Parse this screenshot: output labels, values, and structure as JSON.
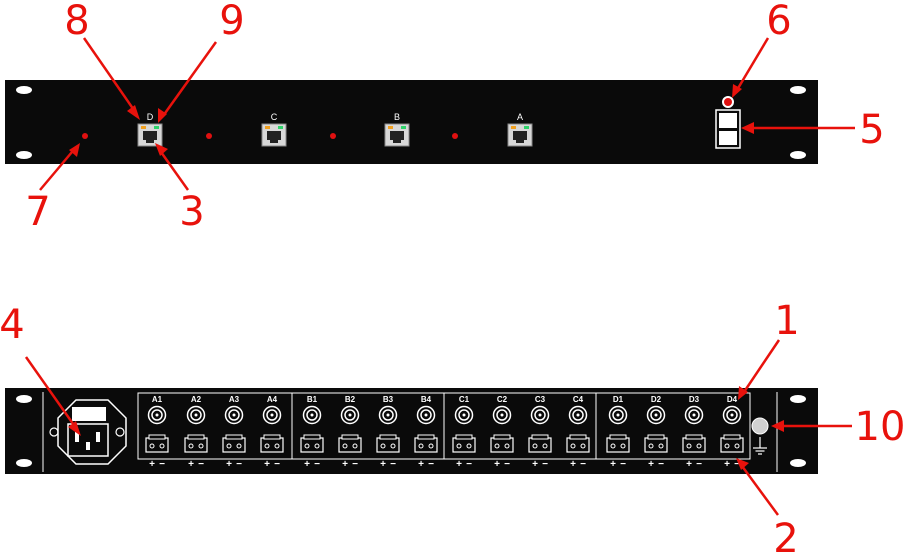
{
  "colors": {
    "panel": "#0a0a0a",
    "callout": "#e8120c",
    "led": "#e01010",
    "rj45_body": "#d8d8d8",
    "rj45_led_green": "#2fd36a",
    "rj45_led_orange": "#f0a020",
    "outline": "#ffffff"
  },
  "front_panel": {
    "port_labels": [
      "D",
      "C",
      "B",
      "A"
    ]
  },
  "rear_panel": {
    "bnc_labels": [
      "A1",
      "A2",
      "A3",
      "A4",
      "B1",
      "B2",
      "B3",
      "B4",
      "C1",
      "C2",
      "C3",
      "C4",
      "D1",
      "D2",
      "D3",
      "D4"
    ],
    "polarity": {
      "plus": "+",
      "minus": "−"
    }
  },
  "callouts": {
    "c1": "1",
    "c2": "2",
    "c3": "3",
    "c4": "4",
    "c5": "5",
    "c6": "6",
    "c7": "7",
    "c8": "8",
    "c9": "9",
    "c10": "10"
  }
}
